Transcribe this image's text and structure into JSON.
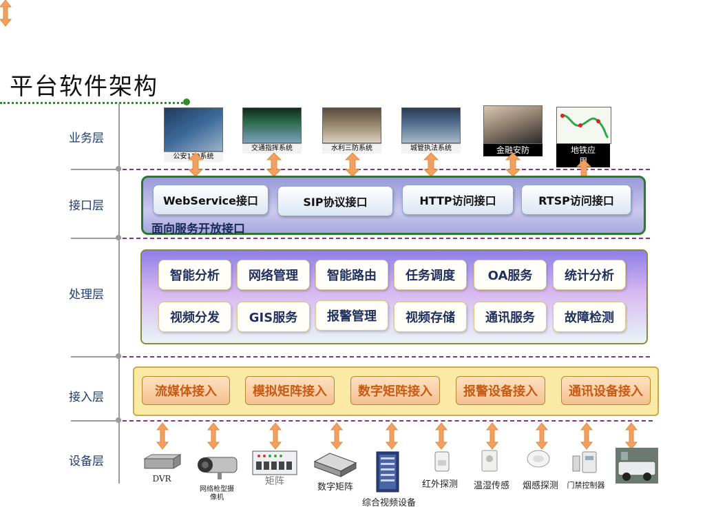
{
  "title": "平台软件架构",
  "layers": {
    "business": "业务层",
    "interface": "接口层",
    "processing": "处理层",
    "access": "接入层",
    "device": "设备层"
  },
  "business_systems": [
    {
      "label": "公安110系统",
      "icon": "police-photo"
    },
    {
      "label": "交通指挥系统",
      "icon": "traffic-control-photo"
    },
    {
      "label": "水利三防系统",
      "icon": "water-control-photo"
    },
    {
      "label": "城管执法系统",
      "icon": "urban-enforcement-photo"
    },
    {
      "label": "金融安防",
      "icon": "finance-security-photo"
    },
    {
      "label_line1": "地铁应",
      "label_line2": "用",
      "icon": "subway-map-photo"
    }
  ],
  "interfaces": [
    "WebService接口",
    "SIP协议接口",
    "HTTP访问接口",
    "RTSP访问接口"
  ],
  "interface_caption": "面向服务开放接口",
  "processing": {
    "row1": [
      "智能分析",
      "网络管理",
      "智能路由",
      "任务调度",
      "OA服务",
      "统计分析"
    ],
    "row2": [
      "视频分发",
      "GIS服务",
      "报警管理",
      "视频存储",
      "通讯服务",
      "故障检测"
    ]
  },
  "access": [
    "流媒体接入",
    "模拟矩阵接入",
    "数字矩阵接入",
    "报警设备接入",
    "通讯设备接入"
  ],
  "devices": {
    "dvr": "DVR",
    "camera_line1": "网络枪型摄",
    "camera_line2": "像机",
    "matrix": "矩阵",
    "digital_matrix": "数字矩阵",
    "video_equipment": "综合视频设备",
    "infrared": "红外探测",
    "temp_humidity": "温湿传感",
    "smoke": "烟感探测",
    "access_control": "门禁控制器"
  },
  "colors": {
    "arrow": "#f0a060",
    "dash": "#8b2a8b",
    "interface_border": "#2a7a2a",
    "access_text": "#c75a14",
    "title_rule": "#2e8b2e"
  }
}
